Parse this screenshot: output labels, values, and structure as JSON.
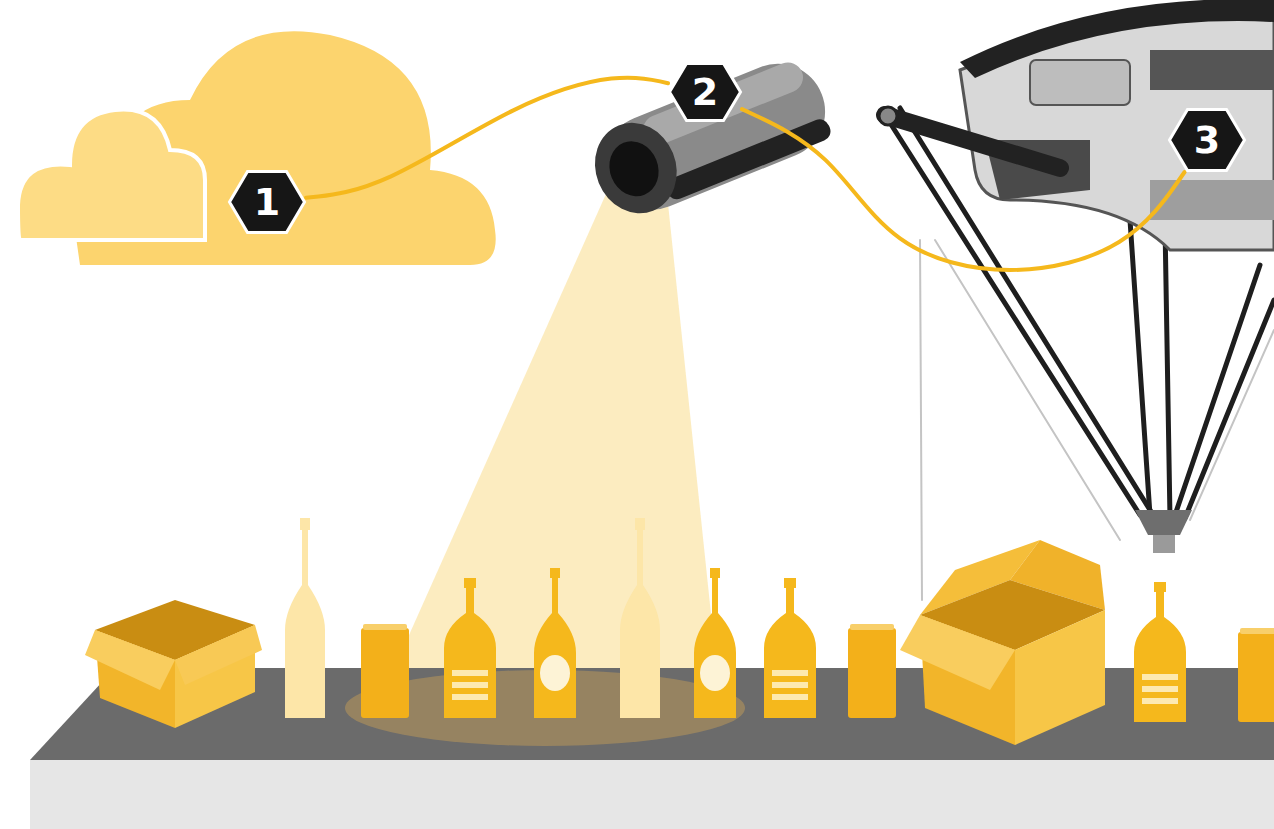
{
  "diagram": {
    "nodes": [
      {
        "text": [
          "1"
        ]
      },
      {
        "text": [
          "2"
        ]
      },
      {
        "text": [
          "3"
        ]
      }
    ],
    "edges": [
      {
        "from": 0,
        "to": 1,
        "arrow": "none"
      },
      {
        "from": 1,
        "to": 2,
        "arrow": "none"
      }
    ]
  }
}
